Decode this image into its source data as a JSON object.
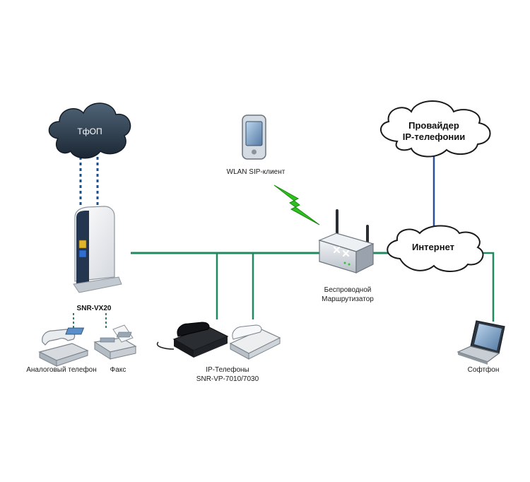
{
  "labels": {
    "pstn": "ТфОП",
    "wlan_client": "WLAN SIP-клиент",
    "provider_line1": "Провайдер",
    "provider_line2": "IP-телефонии",
    "internet": "Интернет",
    "router_line1": "Беспроводной",
    "router_line2": "Маршрутизатор",
    "gateway": "SNR-VX20",
    "analog_phone": "Аналоговый телефон",
    "fax": "Факс",
    "ip_phones_line1": "IP-Телефоны",
    "ip_phones_line2": "SNR-VP-7010/7030",
    "softphone": "Софтфон"
  },
  "colors": {
    "lan_line": "#1e8a5e",
    "wan_line": "#2e4f9a",
    "pstn_dash": "#1e4f8a",
    "wireless": "#2fbf1f",
    "cloud_dark": "#2b3a4c"
  },
  "icons": {
    "pstn": "storm-cloud-icon",
    "wlan_client": "pda-icon",
    "provider": "cloud-icon",
    "internet": "cloud-icon",
    "router": "wireless-router-icon",
    "gateway": "voip-gateway-icon",
    "analog_phone": "desk-phone-icon",
    "fax": "fax-icon",
    "ip_phones": "ip-phone-icon",
    "softphone": "laptop-icon",
    "wireless_link": "lightning-icon"
  }
}
